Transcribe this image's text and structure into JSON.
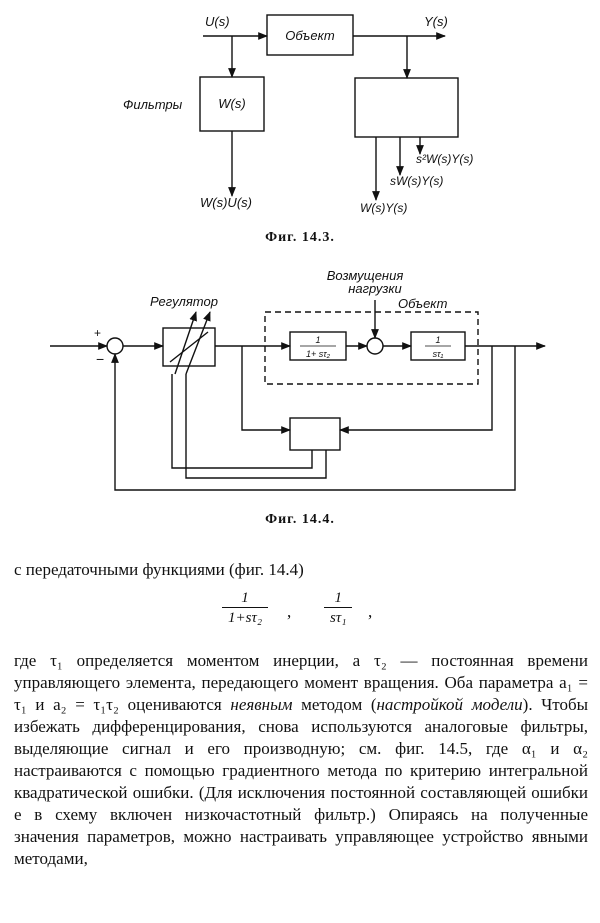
{
  "fig1": {
    "input_label": "U(s)",
    "output_label": "Y(s)",
    "object_block": "Объект",
    "filter_label": "Фильтры",
    "filter_block": "W(s)",
    "out_wu": "W(s)U(s)",
    "out_s2wy": "s²W(s)Y(s)",
    "out_swy": "sW(s)Y(s)",
    "out_wy": "W(s)Y(s)",
    "caption": "Фиг. 14.3."
  },
  "fig2": {
    "plus": "+",
    "minus": "−",
    "disturbance": [
      "Возмущения",
      "нагрузки"
    ],
    "regulator_label": "Регулятор",
    "object_label": "Объект",
    "block1_num": "1",
    "block1_den": "1+ sτ₂",
    "block2_num": "1",
    "block2_den": "sτ₁",
    "caption": "Фиг. 14.4."
  },
  "text": {
    "intro": "с передаточными функциями (фиг. 14.4)",
    "frac1_num": "1",
    "frac1_den": "1+sτ₂",
    "frac1_sep": ",",
    "frac2_num": "1",
    "frac2_den": "sτ₁",
    "frac2_sep": ",",
    "p1": "где τ₁ определяется моментом инерции, а τ₂ — постоянная времени управляющего элемента, передающего момент вращения. Оба параметра a₁ = τ₁ и a₂ = τ₁τ₂ оцениваются",
    "p1_em1": "неявным",
    "p1_b": "методом (",
    "p1_em2": "настройкой модели",
    "p1_c": "). Чтобы избежать дифференцирования, снова используются аналоговые фильтры, выделяющие сигнал и его производную; см. фиг. 14.5, где α₁ и α₂ настраиваются с помощью градиентного метода по критерию интегральной квадратической ошибки. (Для исключения постоянной составляющей ошибки e в схему включен низкочастотный фильтр.) Опираясь на полученные значения параметров, можно настраивать управляющее устройство явными методами,"
  }
}
